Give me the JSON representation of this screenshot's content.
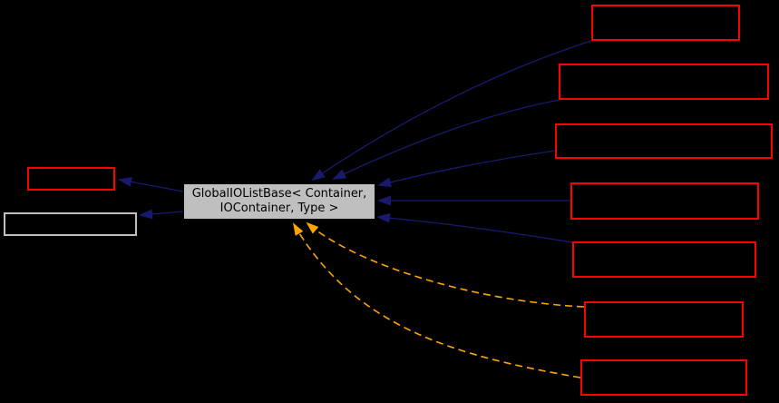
{
  "diagram": {
    "type": "class-inheritance-graph",
    "background_color": "#000000",
    "center_node": {
      "label": "GlobalIOListBase< Container, IOContainer, Type >",
      "label_line1": "GlobalIOListBase< Container,",
      "label_line2": "IOContainer, Type >",
      "fill_color": "#bfbfbf",
      "text_color": "#000000"
    },
    "base_nodes": [
      {
        "id": "base-node-1",
        "label": "",
        "border_color": "#ff0000",
        "fill_color": "#000000"
      },
      {
        "id": "base-node-2",
        "label": "",
        "border_color": "#c0c0c0",
        "fill_color": "#000000"
      }
    ],
    "derived_nodes": [
      {
        "id": "derived-node-1",
        "label": "",
        "border_color": "#ff0000",
        "fill_color": "#000000",
        "edge_style": "solid"
      },
      {
        "id": "derived-node-2",
        "label": "",
        "border_color": "#ff0000",
        "fill_color": "#000000",
        "edge_style": "solid"
      },
      {
        "id": "derived-node-3",
        "label": "",
        "border_color": "#ff0000",
        "fill_color": "#000000",
        "edge_style": "solid"
      },
      {
        "id": "derived-node-4",
        "label": "",
        "border_color": "#ff0000",
        "fill_color": "#000000",
        "edge_style": "solid"
      },
      {
        "id": "derived-node-5",
        "label": "",
        "border_color": "#ff0000",
        "fill_color": "#000000",
        "edge_style": "solid"
      },
      {
        "id": "derived-node-6",
        "label": "",
        "border_color": "#ff0000",
        "fill_color": "#000000",
        "edge_style": "dashed"
      },
      {
        "id": "derived-node-7",
        "label": "",
        "border_color": "#ff0000",
        "fill_color": "#000000",
        "edge_style": "dashed"
      }
    ],
    "edge_colors": {
      "inheritance_solid": "#191970",
      "template_instance_dashed": "#ffa500"
    }
  }
}
